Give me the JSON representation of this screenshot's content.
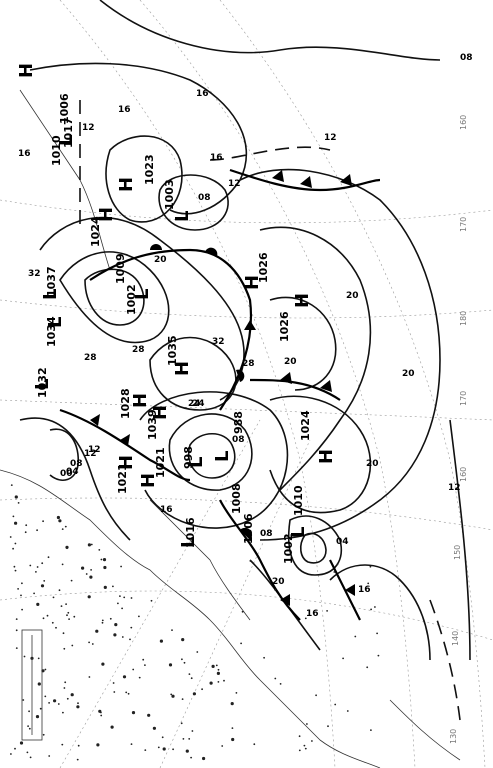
{
  "map": {
    "rotation": "rotated 90 degrees counter-clockwise (north toward left)",
    "colors": {
      "ink": "#000000",
      "graticule": "#999999",
      "background": "#ffffff"
    },
    "pressure_centers": [
      {
        "type": "H",
        "pressure": "",
        "id": "h-a"
      },
      {
        "type": "H",
        "pressure": "1023",
        "id": "h-b"
      },
      {
        "type": "H",
        "pressure": "1024",
        "id": "h-c"
      },
      {
        "type": "L",
        "pressure": "1003",
        "id": "l-a"
      },
      {
        "type": "L",
        "pressure": "1009",
        "id": "l-b"
      },
      {
        "type": "L",
        "pressure": "1002",
        "id": "l-c"
      },
      {
        "type": "L",
        "pressure": "1037",
        "id": "l-d"
      },
      {
        "type": "L",
        "pressure": "1034",
        "id": "l-e"
      },
      {
        "type": "L",
        "pressure": "1032",
        "id": "l-f"
      },
      {
        "type": "H",
        "pressure": "1026",
        "id": "h-d"
      },
      {
        "type": "H",
        "pressure": "1026",
        "id": "h-e"
      },
      {
        "type": "H",
        "pressure": "1035",
        "id": "h-f"
      },
      {
        "type": "H",
        "pressure": "1028",
        "id": "h-g"
      },
      {
        "type": "H",
        "pressure": "1039",
        "id": "h-h"
      },
      {
        "type": "L",
        "pressure": "988",
        "id": "l-g"
      },
      {
        "type": "L",
        "pressure": "998",
        "id": "l-h"
      },
      {
        "type": "H",
        "pressure": "1024",
        "id": "h-i"
      },
      {
        "type": "H",
        "pressure": "1021",
        "id": "h-j"
      },
      {
        "type": "H",
        "pressure": "1021",
        "id": "h-k"
      },
      {
        "type": "L",
        "pressure": "1008",
        "id": "l-i"
      },
      {
        "type": "L",
        "pressure": "1006",
        "id": "l-j"
      },
      {
        "type": "L",
        "pressure": "1010",
        "id": "l-k"
      },
      {
        "type": "L",
        "pressure": "1002",
        "id": "l-l"
      },
      {
        "type": "L",
        "pressure": "1016",
        "id": "l-m"
      },
      {
        "type": "L",
        "pressure": "1010",
        "id": "l-n"
      },
      {
        "type": "L",
        "pressure": "1017",
        "id": "l-o"
      },
      {
        "type": "L",
        "pressure": "1006",
        "id": "l-p"
      }
    ],
    "isobar_labels": [
      "16",
      "16",
      "16",
      "12",
      "12",
      "08",
      "08",
      "12",
      "20",
      "20",
      "20",
      "20",
      "24",
      "28",
      "28",
      "28",
      "32",
      "32",
      "12",
      "08",
      "04",
      "00",
      "16",
      "20",
      "16",
      "16",
      "12",
      "08",
      "04",
      "20",
      "24",
      "16",
      "12",
      "08"
    ],
    "longitude_labels": [
      "160",
      "170",
      "180",
      "170",
      "160",
      "150",
      "140",
      "130"
    ]
  }
}
